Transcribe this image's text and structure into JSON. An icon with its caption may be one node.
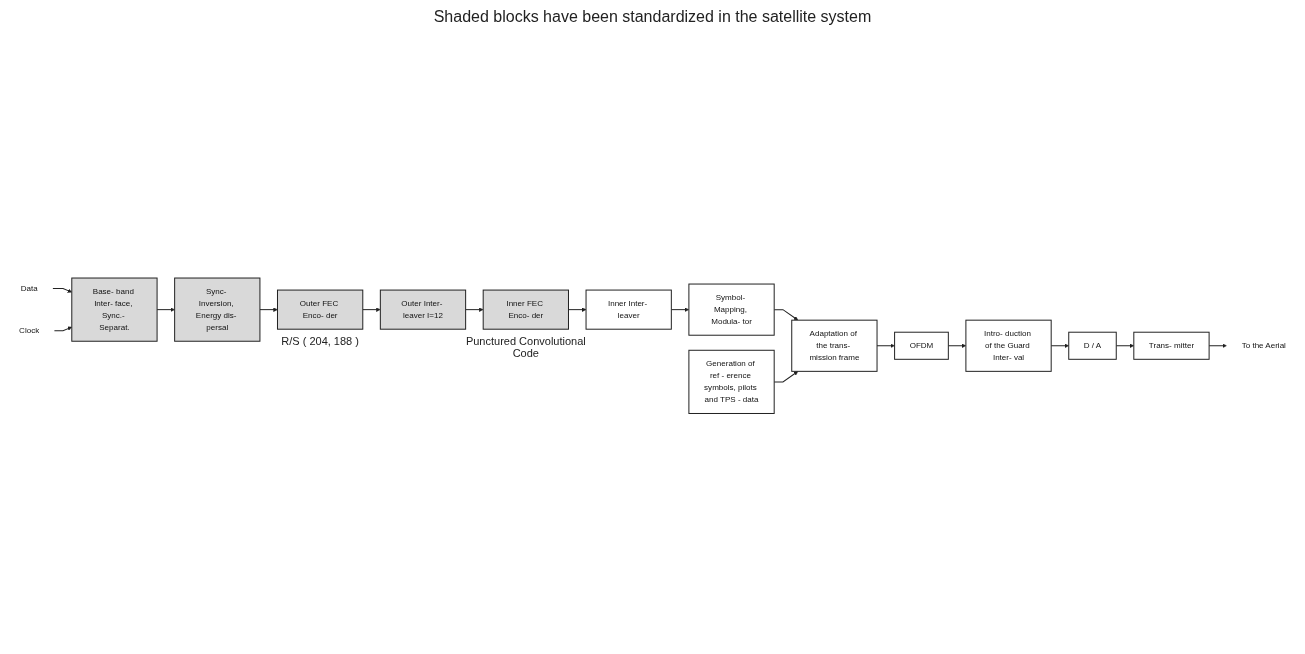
{
  "diagram": {
    "nodes": [
      {
        "text": [
          "Data"
        ]
      },
      {
        "text": [
          "Clock"
        ]
      },
      {
        "text": [
          "Base- band Inter- face, Sync.- Separat."
        ]
      },
      {
        "text": [
          "Sync- Inversion, Energy dis- persal"
        ]
      },
      {
        "text": [
          "Outer FEC Enco- der"
        ],
        "beside": [
          "R/S ( 204, 188 )"
        ]
      },
      {
        "text": [
          "Outer Inter- leaver I=12"
        ]
      },
      {
        "text": [
          "Inner FEC Enco- der"
        ],
        "beside": [
          "Punctured Convolutional Code"
        ]
      },
      {
        "text": [
          "Inner Inter- leaver"
        ]
      },
      {
        "text": [
          "Symbol- Mapping, Modula- tor"
        ]
      },
      {
        "text": [
          "Generation of ref - erence symbols, pilots and TPS - data"
        ]
      },
      {
        "text": [
          "Adaptation of the trans- mission frame"
        ]
      },
      {
        "text": [
          "OFDM"
        ]
      },
      {
        "text": [
          "Intro- duction of the Guard Inter- val"
        ]
      },
      {
        "text": [
          "D / A"
        ]
      },
      {
        "text": [
          "Trans- mitter"
        ]
      },
      {
        "text": [
          "To the Aerial"
        ]
      }
    ],
    "edges": [
      {
        "from": 0,
        "to": 2,
        "arrow": "to"
      },
      {
        "from": 1,
        "to": 2,
        "arrow": "to"
      },
      {
        "from": 2,
        "to": 3,
        "arrow": "to"
      },
      {
        "from": 3,
        "to": 4,
        "arrow": "to"
      },
      {
        "from": 4,
        "to": 5,
        "arrow": "to"
      },
      {
        "from": 5,
        "to": 6,
        "arrow": "to"
      },
      {
        "from": 6,
        "to": 7,
        "arrow": "to"
      },
      {
        "from": 7,
        "to": 8,
        "arrow": "to"
      },
      {
        "from": 8,
        "to": 10,
        "arrow": "to"
      },
      {
        "from": 9,
        "to": 10,
        "arrow": "to"
      },
      {
        "from": 10,
        "to": 11,
        "arrow": "to"
      },
      {
        "from": 11,
        "to": 12,
        "arrow": "to"
      },
      {
        "from": 12,
        "to": 13,
        "arrow": "to"
      },
      {
        "from": 13,
        "to": 14,
        "arrow": "to"
      },
      {
        "from": 14,
        "to": 15,
        "arrow": "to"
      }
    ],
    "labels": [
      "Shaded blocks have been standardized in the satellite system"
    ]
  }
}
